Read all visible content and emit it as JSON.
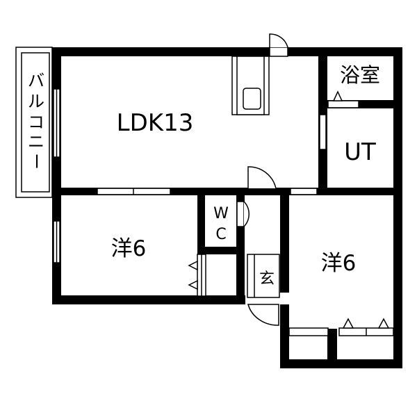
{
  "colors": {
    "wall": "#000000",
    "fill": "#ffffff",
    "line": "#000000"
  },
  "rooms": {
    "ldk": "LDK13",
    "bath": "浴室",
    "utility": "UT",
    "western_left": "洋6",
    "western_right": "洋6",
    "wc_top": "W",
    "wc_bottom": "C",
    "entrance": "玄"
  },
  "balcony": [
    "バ",
    "ル",
    "コ",
    "ニ",
    "ー"
  ]
}
